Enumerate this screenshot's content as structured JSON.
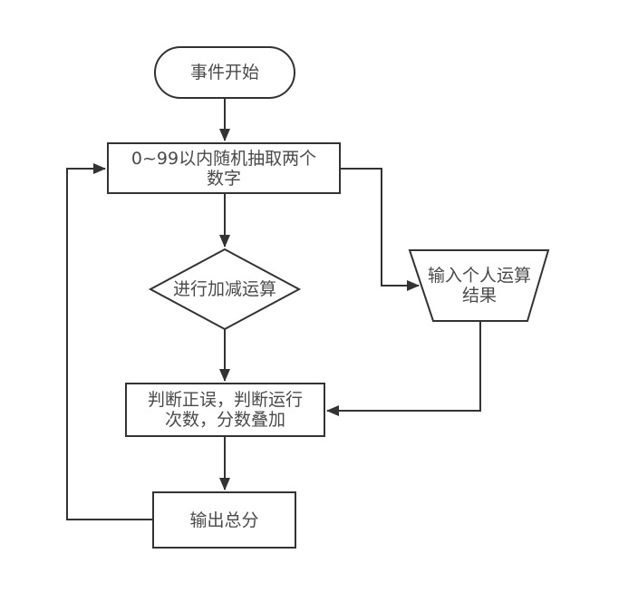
{
  "diagram": {
    "title": "math-quiz-flowchart",
    "colors": {
      "background": "#ffffff",
      "stroke": "#333333",
      "text": "#4a4a4a",
      "node_fill": "#ffffff"
    },
    "nodes": {
      "start": {
        "shape": "terminator",
        "label": "事件开始"
      },
      "random": {
        "shape": "process",
        "label": "0~99以内随机抽取两个数字",
        "line1": "0~99以内随机抽取两个",
        "line2": "数字"
      },
      "calc": {
        "shape": "decision",
        "label": "进行加减运算"
      },
      "input": {
        "shape": "manual-input",
        "label": "输入个人运算结果",
        "line1": "输入个人运算",
        "line2": "结果"
      },
      "judge": {
        "shape": "process",
        "label": "判断正误，判断运行次数，分数叠加",
        "line1": "判断正误，判断运行",
        "line2": "次数，分数叠加"
      },
      "output": {
        "shape": "process",
        "label": "输出总分"
      }
    },
    "edges": [
      {
        "from": "start",
        "to": "random",
        "route": "straight-down"
      },
      {
        "from": "random",
        "to": "calc",
        "route": "straight-down"
      },
      {
        "from": "random",
        "to": "input",
        "route": "right-down-right"
      },
      {
        "from": "calc",
        "to": "judge",
        "route": "straight-down"
      },
      {
        "from": "input",
        "to": "judge",
        "route": "down-left"
      },
      {
        "from": "judge",
        "to": "output",
        "route": "straight-down"
      },
      {
        "from": "output",
        "to": "random",
        "route": "left-up-right-loop"
      }
    ]
  }
}
